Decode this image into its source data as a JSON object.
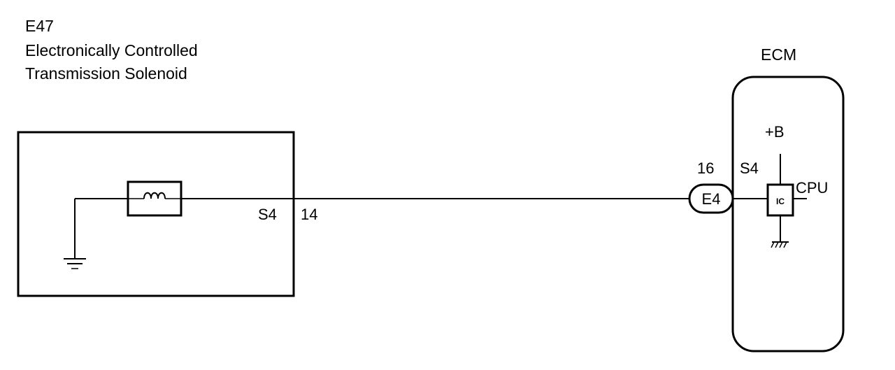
{
  "component": {
    "code": "E47",
    "name_line1": "Electronically Controlled",
    "name_line2": "Transmission Solenoid",
    "pin_label": "S4",
    "pin_number": "14"
  },
  "ecm": {
    "title": "ECM",
    "power_label": "+B",
    "connector_code": "E4",
    "pin_number": "16",
    "pin_label": "S4",
    "ic_label": "IC",
    "cpu_label": "CPU"
  },
  "icons": {
    "solenoid": "solenoid-coil-icon",
    "ground": "chassis-ground-icon",
    "ic_ground": "ic-ground-icon"
  },
  "colors": {
    "line": "#000000",
    "background": "#ffffff"
  }
}
